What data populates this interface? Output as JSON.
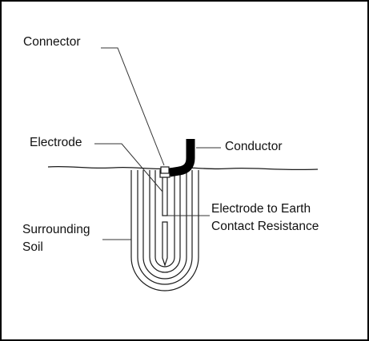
{
  "labels": {
    "connector": "Connector",
    "electrode": "Electrode",
    "conductor": "Conductor",
    "resistance_line1": "Electrode to Earth",
    "resistance_line2": "Contact Resistance",
    "soil_line1": "Surrounding",
    "soil_line2": "Soil"
  },
  "colors": {
    "stroke": "#1a1a1a",
    "conductor_fill": "#000000",
    "background": "#ffffff"
  }
}
